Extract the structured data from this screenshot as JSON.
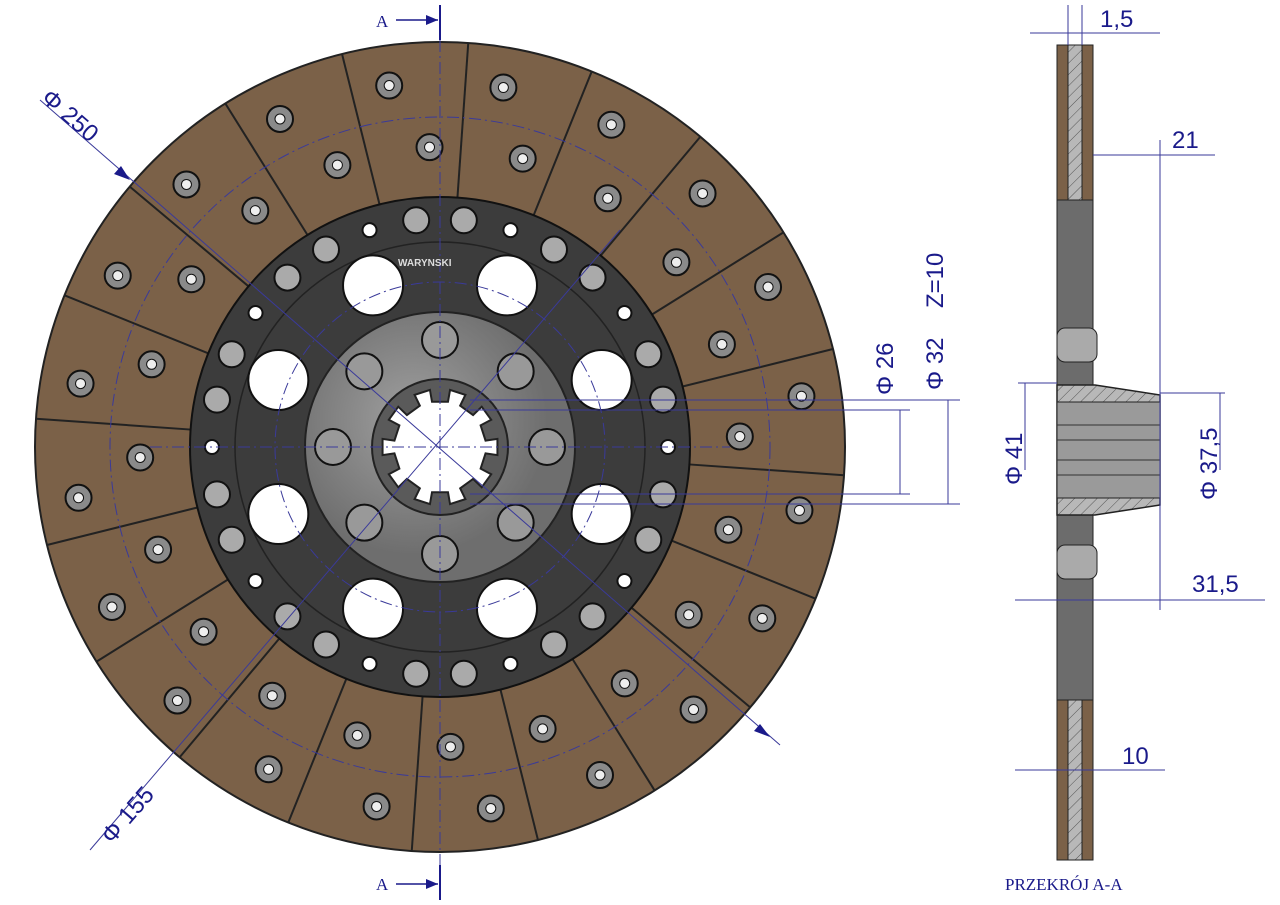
{
  "section_marks": {
    "top": "A",
    "bottom": "A"
  },
  "logo": "WARYNSKI",
  "dimensions": {
    "outer_diameter": "Φ 250",
    "inner_diameter": "Φ 155",
    "spline_minor": "Φ 26",
    "spline_major": "Φ 32",
    "teeth": "Z=10",
    "hub_outer": "Φ 41",
    "hub_inner": "Φ 37,5",
    "plate_thickness": "1,5",
    "offset_21": "21",
    "hub_length": "31,5",
    "disc_thickness": "10"
  },
  "section_caption": "PRZEKRÓJ A-A",
  "colors": {
    "friction": "#7b6148",
    "plate": "#3c3c3c",
    "hub": "#8a8a8a",
    "dimension": "#1a1a8a"
  }
}
